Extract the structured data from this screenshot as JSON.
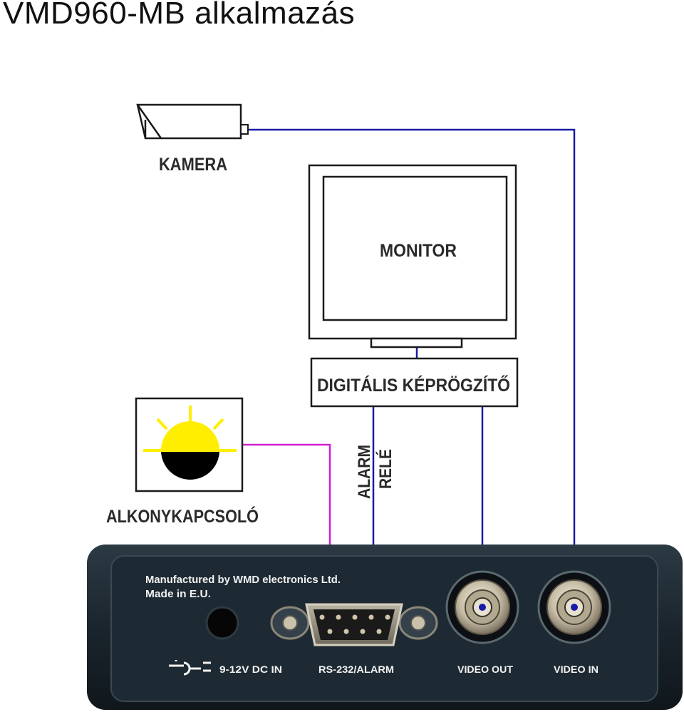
{
  "title": "VMD960-MB alkalmazás",
  "labels": {
    "camera": "KAMERA",
    "monitor": "MONITOR",
    "recorder": "DIGITÁLIS KÉPRÖGZÍTŐ",
    "dusk_switch": "ALKONYKAPCSOLÓ",
    "alarm": "ALARM",
    "relay": "RELÉ"
  },
  "device": {
    "manufacturer": "Manufactured by WMD electronics Ltd.",
    "made_in": "Made in E.U.",
    "dc_in": "9-12V DC IN",
    "rs232": "RS-232/ALARM",
    "video_out": "VIDEO OUT",
    "video_in": "VIDEO IN"
  },
  "colors": {
    "video_wire": "#1a1aa8",
    "rs232_wire": "#d020d0",
    "sun": "#ffee00"
  }
}
